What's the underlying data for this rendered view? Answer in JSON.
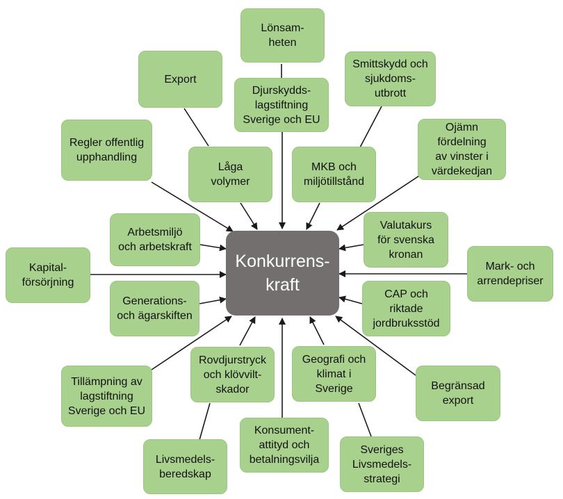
{
  "center": "Konkurrens-\nkraft",
  "factors": [
    "Lönsam-\nheten",
    "Export",
    "Djurskydds-\nlagstiftning\nSverige och EU",
    "Smittskydd och\nsjukdoms-\nutbrott",
    "Regler offentlig\nupphandling",
    "Låga\nvolymer",
    "MKB och\nmiljötillstånd",
    "Ojämn\nfördelning\nav vinster i\nvärdekedjan",
    "Arbetsmiljö\noch arbetskraft",
    "Valutakurs\nför svenska\nkronan",
    "Kapital-\nförsörjning",
    "Mark- och\narrendepriser",
    "Generations-\noch ägarskiften",
    "CAP och\nriktade\njordbruksstöd",
    "Rovdjurstryck\noch klövvilt-\nskador",
    "Geografi och\nklimat i\nSverige",
    "Tillämpning av\nlagstiftning\nSverige och EU",
    "Begränsad\nexport",
    "Konsument-\nattityd och\nbetalningsvilja",
    "Livsmedels-\nberedskap",
    "Sveriges\nLivsmedels-\nstrategi"
  ],
  "colors": {
    "box_fill": "#a9d18e",
    "center_fill": "#736f6f",
    "center_text": "#ffffff",
    "arrow": "#1a1a1a"
  }
}
